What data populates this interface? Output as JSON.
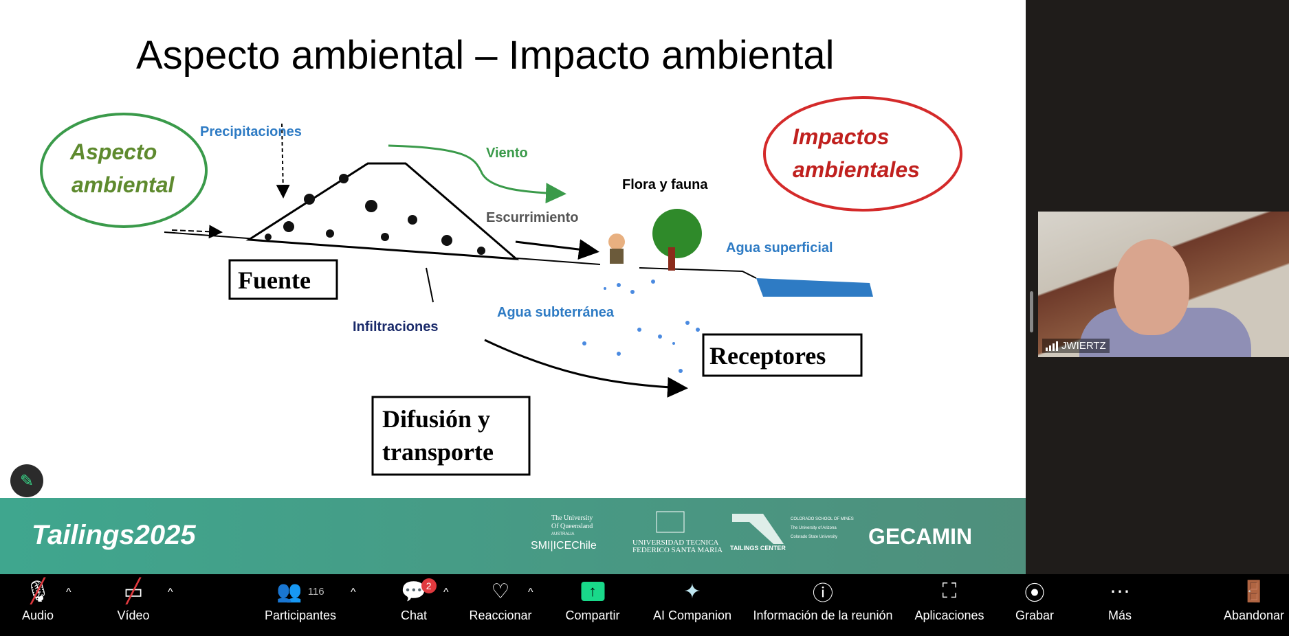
{
  "slide": {
    "title": "Aspecto ambiental – Impacto ambiental",
    "aspecto": [
      "Aspecto",
      "ambiental"
    ],
    "impactos": [
      "Impactos",
      "ambientales"
    ],
    "labels": {
      "precipitaciones": "Precipitaciones",
      "viento": "Viento",
      "flora": "Flora y fauna",
      "escurrimiento": "Escurrimiento",
      "agua_superficial": "Agua superficial",
      "infiltraciones": "Infiltraciones",
      "agua_subterranea": "Agua subterránea"
    },
    "boxes": {
      "fuente": "Fuente",
      "receptores": "Receptores",
      "difusion": [
        "Difusión y",
        "transporte"
      ]
    },
    "footer": {
      "brand": "Tailings2025",
      "uq": [
        "The University",
        "Of Queensland",
        "AUSTRALIA"
      ],
      "smi": "SMI|ICEChile",
      "utfsm": [
        "UNIVERSIDAD TECNICA",
        "FEDERICO SANTA MARIA"
      ],
      "tailings_center": "TAILINGS CENTER",
      "partners": [
        "COLORADO SCHOOL OF MINES",
        "The University of Arizona",
        "Colorado State University"
      ],
      "gecamin": "GECAMIN"
    }
  },
  "video": {
    "name": "JWIERTZ"
  },
  "toolbar": {
    "audio": "Audio",
    "video": "Vídeo",
    "participants": "Participantes",
    "participants_count": "116",
    "chat": "Chat",
    "chat_badge": "2",
    "react": "Reaccionar",
    "share": "Compartir",
    "ai": "AI Companion",
    "info": "Información de la reunión",
    "apps": "Aplicaciones",
    "record": "Grabar",
    "more": "Más",
    "leave": "Abandonar"
  },
  "colors": {
    "green": "#3a9a4a",
    "red": "#d42a2a",
    "blue": "#2e7bc4",
    "teal": "#3f9e8a"
  }
}
